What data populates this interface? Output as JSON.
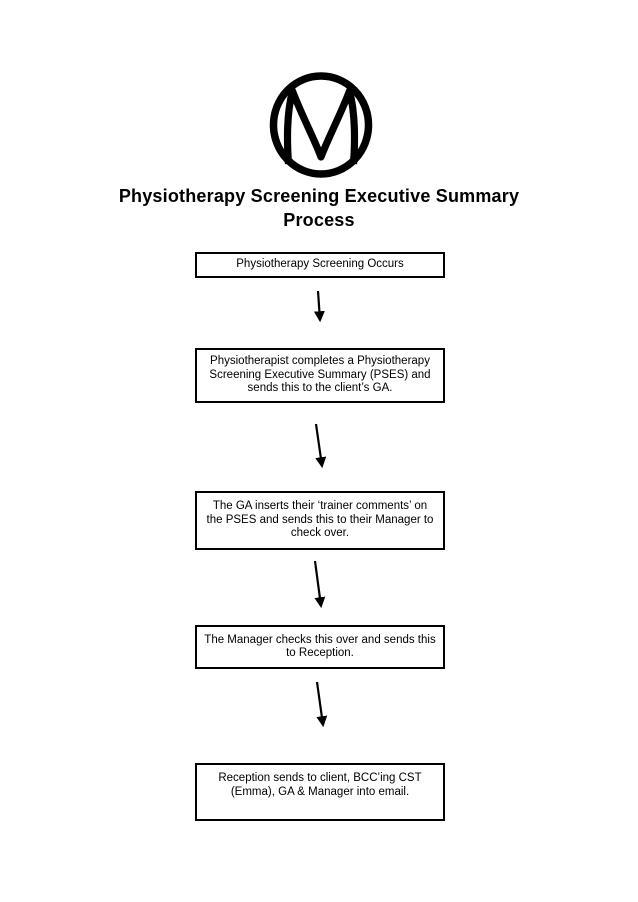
{
  "title": "Physiotherapy Screening Executive Summary Process",
  "logo": {
    "icon": "m-monogram-in-circle",
    "letter": "M"
  },
  "flowchart": {
    "steps": [
      {
        "text": "Physiotherapy Screening Occurs"
      },
      {
        "text": "Physiotherapist completes a Physiotherapy Screening Executive Summary (PSES) and sends this to the client’s GA."
      },
      {
        "text": "The GA inserts their ‘trainer comments’ on the PSES and sends this to their Manager to check over."
      },
      {
        "text": "The Manager checks this over and sends this to Reception."
      },
      {
        "text": "Reception sends to client, BCC’ing CST (Emma), GA & Manager into email."
      }
    ],
    "connector_count": 4
  },
  "colors": {
    "ink": "#000000",
    "background": "#ffffff"
  }
}
